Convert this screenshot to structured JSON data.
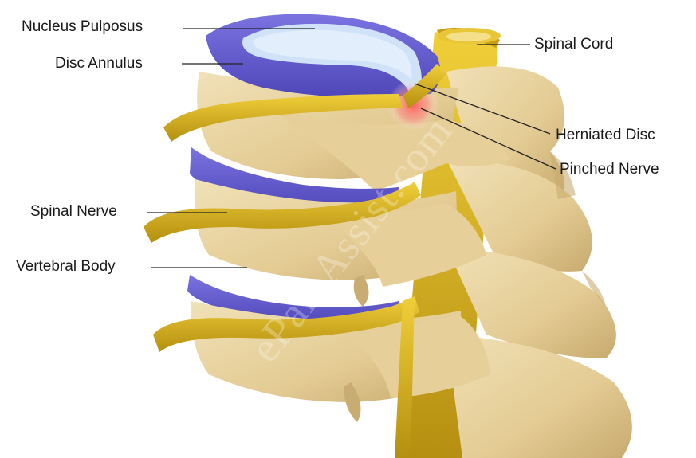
{
  "labels": {
    "nucleus_pulposus": "Nucleus Pulposus",
    "disc_annulus": "Disc Annulus",
    "spinal_cord": "Spinal Cord",
    "herniated_disc": "Herniated Disc",
    "pinched_nerve": "Pinched Nerve",
    "spinal_nerve": "Spinal Nerve",
    "vertebral_body": "Vertebral Body"
  },
  "watermark": "ePainAssist.com",
  "colors": {
    "bone": "#e8d3a2",
    "bone_shadow": "#c9ac72",
    "disc": "#6b63d4",
    "nucleus": "#c9def7",
    "nerve": "#d8b01c",
    "inflammation": "#ff4b4b",
    "leader_line": "#222222"
  }
}
